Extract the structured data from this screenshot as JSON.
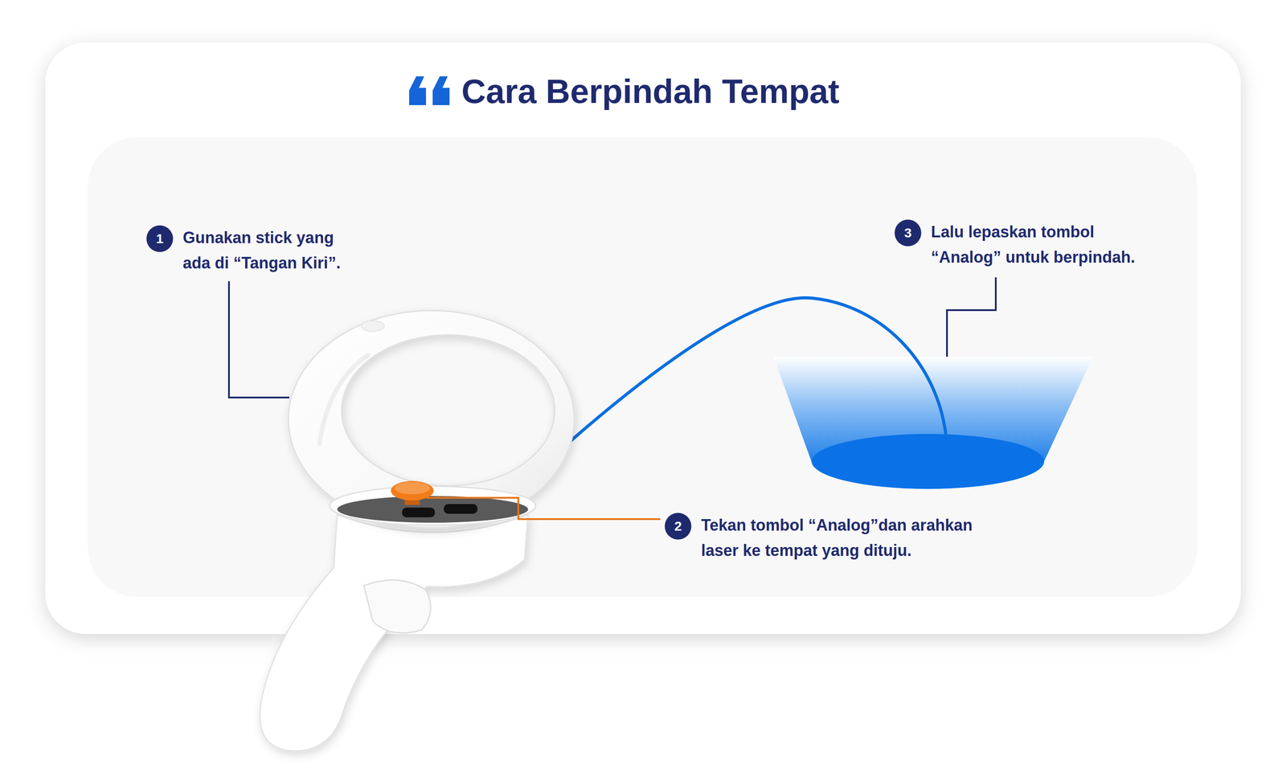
{
  "diagram": {
    "title": "Cara Berpindah Tempat",
    "nodes": [
      {
        "text": [
          "1",
          "Gunakan stick yang ada di “Tangan Kiri”."
        ]
      },
      {
        "text": [
          "3",
          "Lalu lepaskan tombol “Analog” untuk berpindah."
        ]
      },
      {
        "text": [
          "2",
          "Tekan tombol “Analog”dan arahkan laser ke tempat yang dituju."
        ]
      }
    ]
  }
}
